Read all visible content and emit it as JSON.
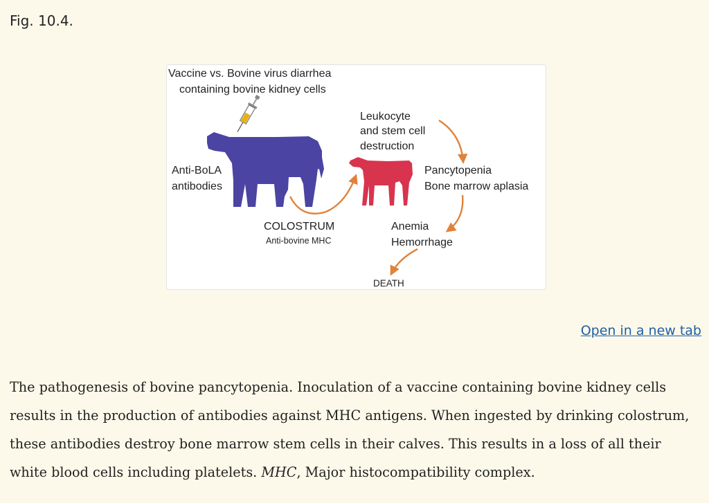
{
  "figure": {
    "label": "Fig. 10.4.",
    "diagram": {
      "top_label_line1": "Vaccine vs. Bovine virus diarrhea",
      "top_label_line2": "containing bovine kidney cells",
      "antibodies_line1": "Anti-BoLA",
      "antibodies_line2": "antibodies",
      "colostrum": "COLOSTRUM",
      "anti_mhc": "Anti-bovine MHC",
      "leukocyte_line1": "Leukocyte",
      "leukocyte_line2": "and stem cell",
      "leukocyte_line3": "destruction",
      "pancytopenia": "Pancytopenia",
      "aplasia": "Bone marrow aplasia",
      "anemia": "Anemia",
      "hemorrhage": "Hemorrhage",
      "death": "DEATH"
    },
    "colors": {
      "cow": "#4b44a3",
      "calf": "#d8344e",
      "arrow": "#e0823a",
      "syringe": "#e6b21a"
    },
    "open_link": "Open in a new tab",
    "caption_main": "The pathogenesis of bovine pancytopenia. Inoculation of a vaccine containing bovine kidney cells results in the production of antibodies against MHC antigens. When ingested by drinking colostrum, these antibodies destroy bone marrow stem cells in their calves. This results in a loss of all their white blood cells including platelets. ",
    "caption_abbr": "MHC",
    "caption_abbr_def": ", Major histocompatibility complex."
  }
}
